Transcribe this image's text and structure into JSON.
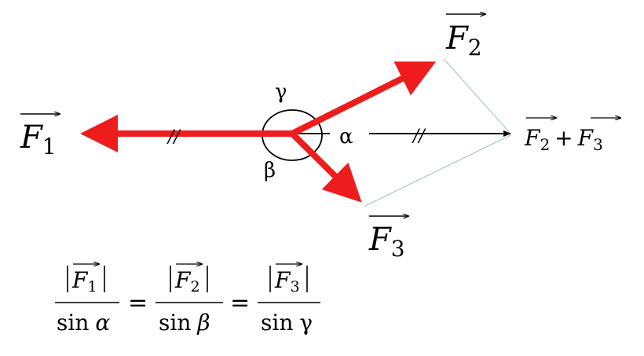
{
  "colors": {
    "force": "#ee1c1c",
    "resultant": "#000000",
    "parallelogram": "#a9c8c8",
    "text": "#000000"
  },
  "forces": {
    "f1": {
      "letter": "F",
      "sub": "1"
    },
    "f2": {
      "letter": "F",
      "sub": "2"
    },
    "f3": {
      "letter": "F",
      "sub": "3"
    }
  },
  "resultant_label": {
    "a_letter": "F",
    "a_sub": "2",
    "plus": "+",
    "b_letter": "F",
    "b_sub": "3"
  },
  "angles": {
    "alpha": "α",
    "beta": "β",
    "gamma": "γ"
  },
  "parallel_mark": "//",
  "formula": {
    "num1_letter": "F",
    "num1_sub": "1",
    "den1_fn": "sin",
    "den1_var": "α",
    "eq": "=",
    "num2_letter": "F",
    "num2_sub": "2",
    "den2_fn": "sin",
    "den2_var": "β",
    "num3_letter": "F",
    "num3_sub": "3",
    "den3_fn": "sin",
    "den3_var": "γ"
  }
}
